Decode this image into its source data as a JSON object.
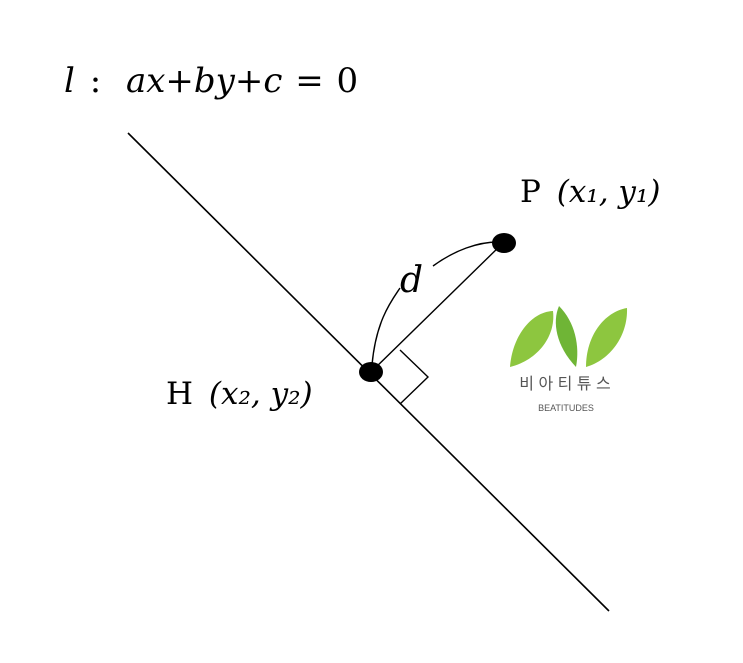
{
  "line_equation": {
    "name": "l",
    "separator": ":",
    "lhs": "ax+by+c",
    "equals": "=",
    "rhs": "0"
  },
  "point_p": {
    "name": "P",
    "coords": "(x₁, y₁)"
  },
  "point_h": {
    "name": "H",
    "coords": "(x₂, y₂)"
  },
  "distance_label": "d",
  "logo": {
    "korean": "비 아 티 튜 스",
    "english": "BEATITUDES",
    "colors": {
      "leaf_light": "#8dc63f",
      "leaf_dark": "#5aa02c",
      "text_gray": "#555555"
    }
  },
  "colors": {
    "ink": "#000000",
    "background": "#ffffff"
  }
}
